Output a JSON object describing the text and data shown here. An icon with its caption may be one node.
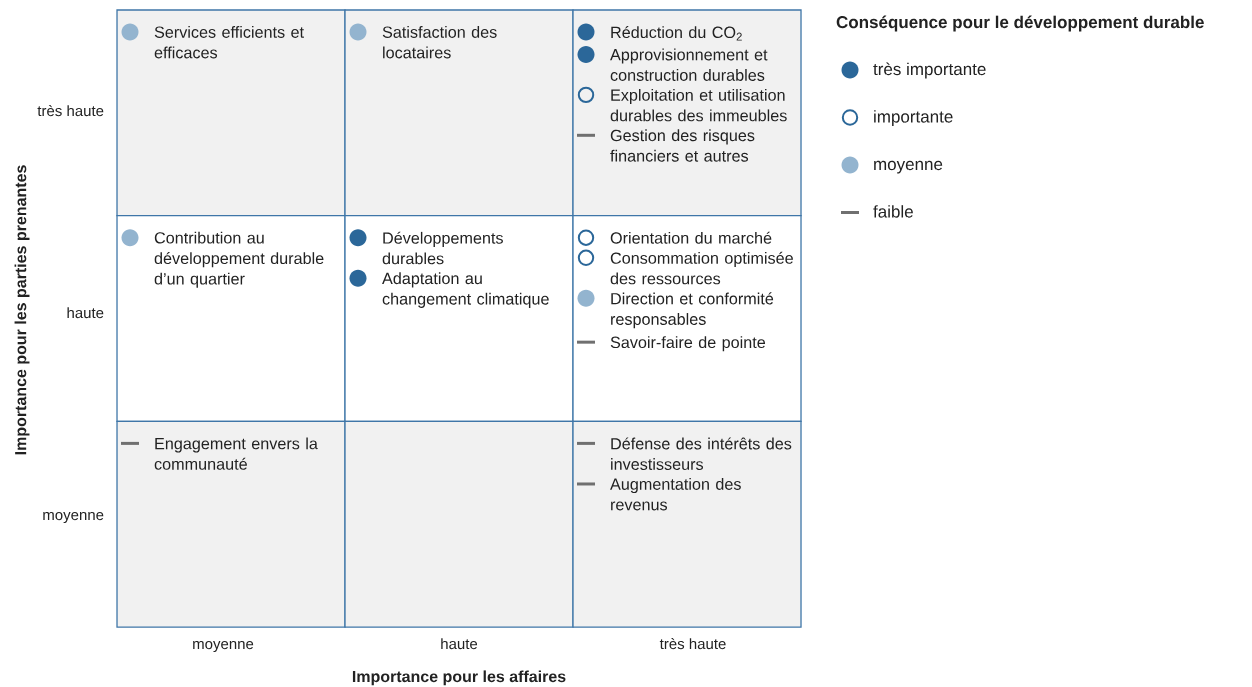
{
  "diagram": {
    "nodes": [
      {
        "text": [
          "Services efficients et efficaces"
        ]
      },
      {
        "text": [
          "Satisfaction des locataires"
        ]
      },
      {
        "text": [
          "Réduction du CO$_{2}$",
          "Approvisionnement et construction durables",
          "Exploitation et utilisation durables des immeubles",
          "Gestion des risques financiers et autres"
        ]
      },
      {
        "text": [
          "Contribution au développement durable d’un quartier"
        ]
      },
      {
        "text": [
          "Développements durables",
          "Adaptation au changement climatique"
        ]
      },
      {
        "text": [
          "Orientation du marché",
          "Consommation optimisée des ressources",
          "Direction et conformité responsables",
          "Savoir-faire de pointe"
        ]
      },
      {
        "text": [
          "Engagement envers la communauté"
        ]
      },
      {
        "text": [],
        "shape": "box"
      },
      {
        "text": [
          "Défense des intérêts des investisseurs",
          "Augmentation des revenus"
        ]
      }
    ],
    "labels": [
      "Conséquence pour le développement durable",
      "très haute",
      "haute",
      "moyenne",
      "Importance pour les parties prenantes",
      "moyenne",
      "haute",
      "très haute",
      "Importance  pour les affaires"
    ],
    "legend": [
      {
        "text": "très importante",
        "color": "#2b6799"
      },
      {
        "text": "importante"
      },
      {
        "text": "moyenne",
        "color": "#93b4cf"
      },
      {
        "text": "faible"
      }
    ]
  }
}
